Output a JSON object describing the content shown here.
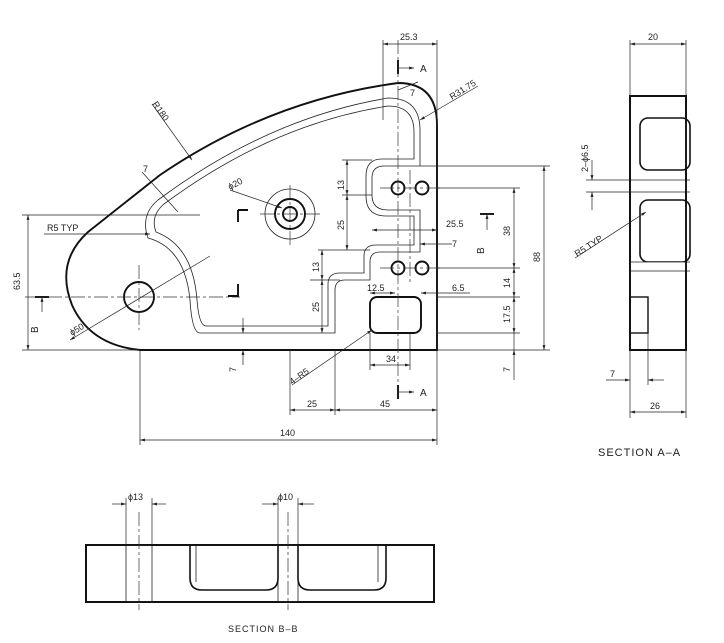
{
  "dimensions": {
    "d253": "25.3",
    "d7_top": "7",
    "r3175": "R31.75",
    "r180": "R180",
    "d7_left": "7",
    "phi20": "ϕ20",
    "r5typ": "R5 TYP",
    "d635": "63.5",
    "phi50": "ϕ50",
    "d13_a": "13",
    "d25_a": "25",
    "d13_b": "13",
    "d25_b": "25",
    "d255": "25.5",
    "d7_mid": "7",
    "d125": "12.5",
    "d65": "6.5",
    "d34": "34",
    "d4r5": "4–R5",
    "d7_bottom": "7",
    "d25_bottom": "25",
    "d45": "45",
    "d140": "140",
    "d38": "38",
    "d88": "88",
    "d14": "14",
    "d175": "17.5",
    "d7_right": "7",
    "d20_side": "20",
    "d2phi65": "2–ϕ6.5",
    "r5typ_side": "R5 TYP",
    "d7_side": "7",
    "d26": "26",
    "phi13": "ϕ13",
    "phi10": "ϕ10"
  },
  "cutting_planes": {
    "a_top": "A",
    "a_bottom": "A",
    "b_left": "B",
    "b_right": "B"
  },
  "section_titles": {
    "aa": "SECTION A–A",
    "bb": "SECTION B–B"
  }
}
